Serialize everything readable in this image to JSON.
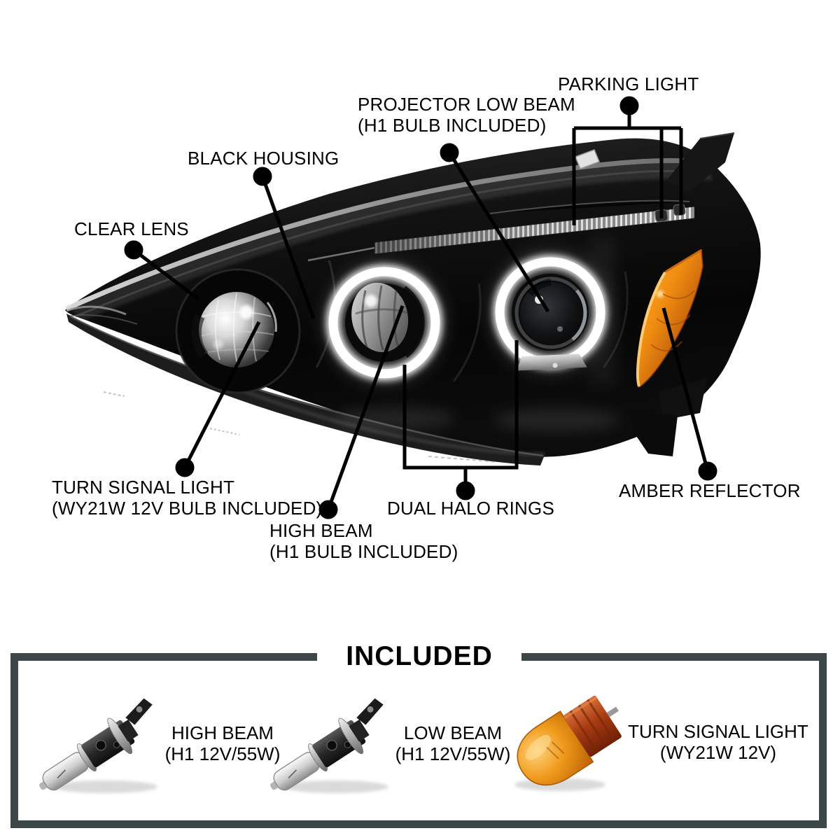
{
  "figure": {
    "type": "labeled product diagram",
    "subject": "black housing dual-halo projector headlight assembly"
  },
  "callouts": {
    "clear_lens": {
      "label": "CLEAR LENS"
    },
    "black_housing": {
      "label": "BLACK HOUSING"
    },
    "projector_low_beam": {
      "line1": "PROJECTOR LOW BEAM",
      "line2": "(H1 BULB INCLUDED)"
    },
    "parking_light": {
      "label": "PARKING LIGHT"
    },
    "turn_signal_light": {
      "line1": "TURN SIGNAL LIGHT",
      "line2": "(WY21W 12V BULB INCLUDED)"
    },
    "high_beam": {
      "line1": "HIGH BEAM",
      "line2": "(H1 BULB INCLUDED)"
    },
    "dual_halo_rings": {
      "label": "DUAL HALO RINGS"
    },
    "amber_reflector": {
      "label": "AMBER REFLECTOR"
    }
  },
  "included_box": {
    "title": "INCLUDED",
    "items": [
      {
        "name": "high-beam-bulb",
        "line1": "HIGH BEAM",
        "line2": "(H1 12V/55W)"
      },
      {
        "name": "low-beam-bulb",
        "line1": "LOW BEAM",
        "line2": "(H1 12V/55W)"
      },
      {
        "name": "turn-signal-bulb",
        "line1": "TURN SIGNAL LIGHT",
        "line2": "(WY21W 12V)"
      }
    ]
  },
  "colors": {
    "background": "#ffffff",
    "callout_ink": "#000000",
    "box_border": "#3d4747",
    "housing_black": "#0e0e0e",
    "halo_ring": "#ffffff",
    "amber_reflector": "#ef8c11",
    "amber_bulb_glass": "#f09a1c",
    "amber_bulb_base": "#a63b12"
  }
}
